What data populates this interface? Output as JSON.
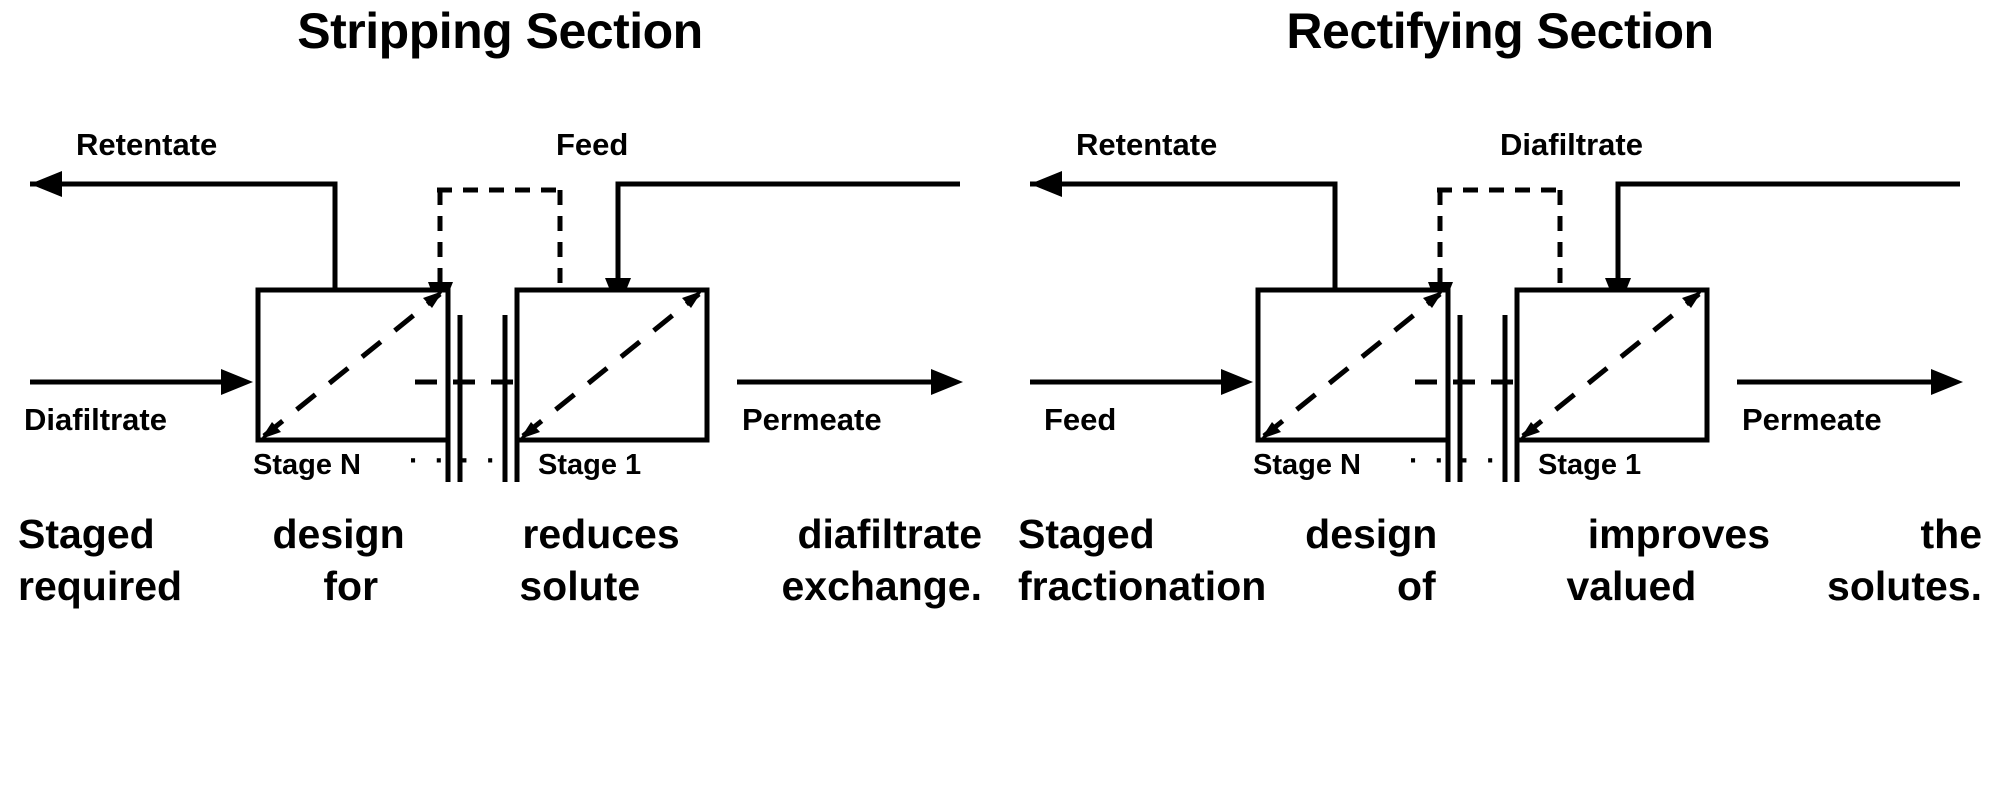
{
  "figure": {
    "background": "#ffffff",
    "ink_color": "#000000"
  },
  "panels": [
    {
      "id": "stripping",
      "title": "Stripping Section",
      "flows": {
        "top_left": "Retentate",
        "top_right": "Feed",
        "bottom_left": "Diafiltrate",
        "bottom_right": "Permeate"
      },
      "stages": {
        "left": "Stage N",
        "dots": "· · · ·",
        "right": "Stage 1"
      },
      "caption": {
        "line1": "Staged design reduces diafiltrate",
        "line2": "required for solute exchange."
      }
    },
    {
      "id": "rectifying",
      "title": "Rectifying Section",
      "flows": {
        "top_left": "Retentate",
        "top_right": "Diafiltrate",
        "bottom_left": "Feed",
        "bottom_right": "Permeate"
      },
      "stages": {
        "left": "Stage N",
        "dots": "· · · ·",
        "right": "Stage 1"
      },
      "caption": {
        "line1": "Staged design improves the",
        "line2": "fractionation of valued solutes."
      }
    }
  ],
  "diagram_elements": {
    "stage_box_left": "membrane-stage-N-box",
    "stage_box_right": "membrane-stage-1-box",
    "membrane_separator": "membrane-separator-lines",
    "recycle_loop": "dashed-recycle-loop",
    "solute_path": "dashed-solute-transport-path"
  }
}
